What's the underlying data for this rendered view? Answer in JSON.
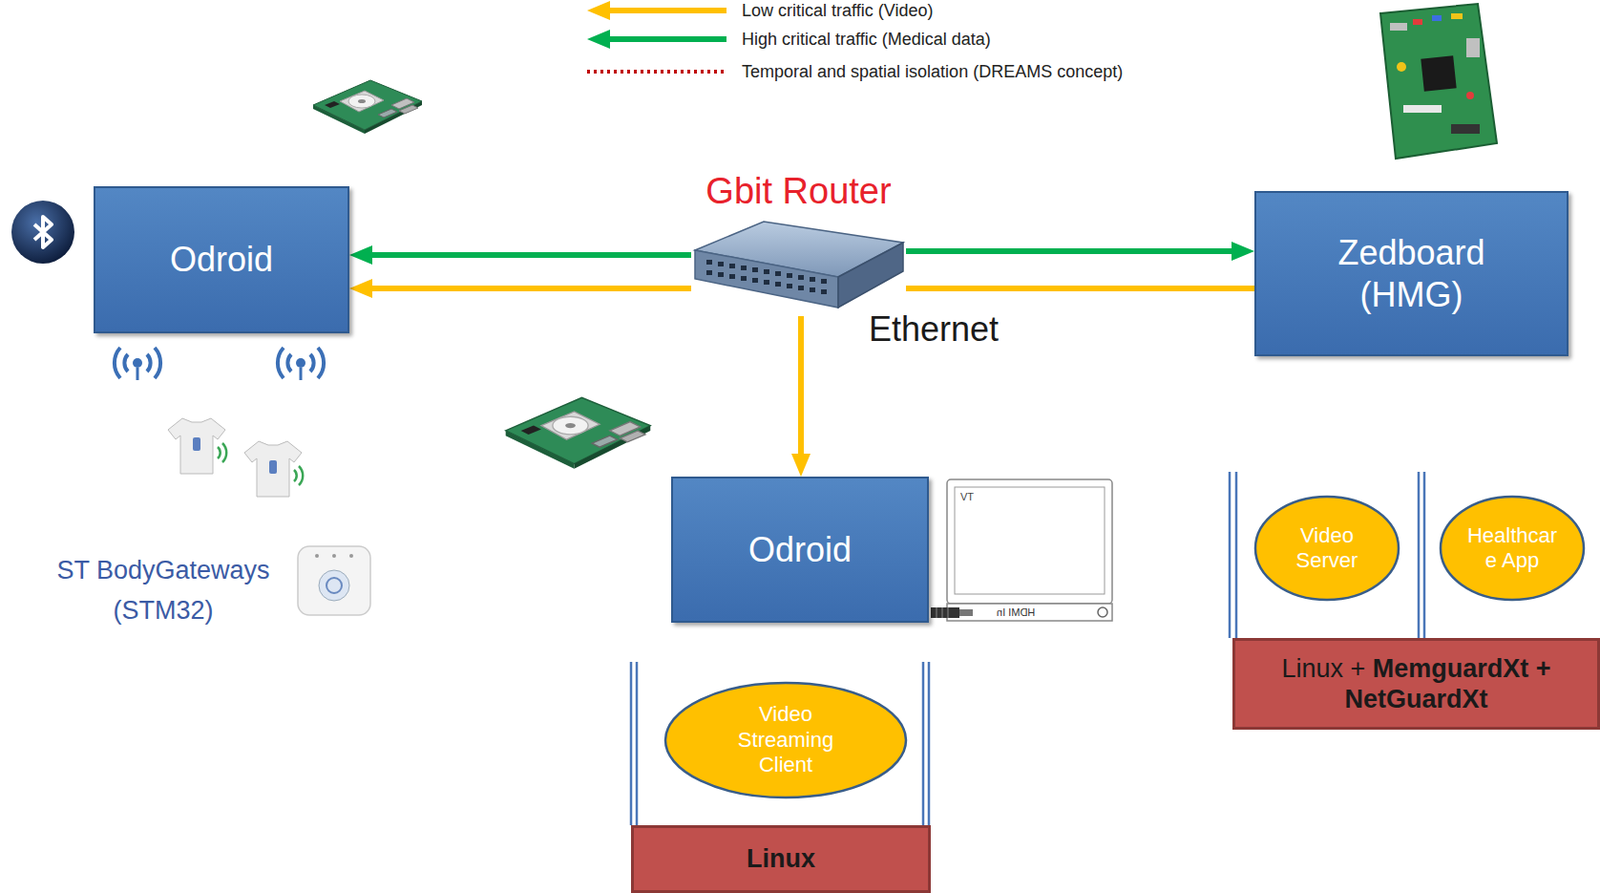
{
  "diagram": {
    "nodes": [
      {
        "text": [
          "Odroid"
        ]
      },
      {
        "text": [
          "Gbit Router"
        ]
      },
      {
        "text": [
          "Zedboard (HMG)"
        ]
      },
      {
        "text": [
          "Odroid"
        ]
      },
      {
        "text": [
          "Video Server"
        ]
      },
      {
        "text": [
          "Healthcar e App"
        ]
      },
      {
        "text": [
          "Linux + MemguardXt + NetGuardXt"
        ]
      },
      {
        "text": [
          "Video Streaming Client"
        ]
      },
      {
        "text": [
          "Linux"
        ]
      }
    ],
    "edges": [
      {
        "from": 1,
        "to": 0,
        "arrow": "to"
      },
      {
        "from": 1,
        "to": 0,
        "arrow": "to"
      },
      {
        "from": 1,
        "to": 2,
        "arrow": "to"
      },
      {
        "from": 2,
        "to": 1,
        "arrow": "none"
      },
      {
        "from": 1,
        "to": 3,
        "arrow": "to"
      }
    ],
    "labels": [
      "Ethernet",
      "ST BodyGateways (STM32)",
      "VT",
      "HDMI In"
    ],
    "legend": [
      {
        "text": "Low critical traffic (Video)"
      },
      {
        "text": "High critical traffic (Medical data)"
      },
      {
        "text": "Temporal and spatial isolation (DREAMS concept)"
      }
    ]
  }
}
